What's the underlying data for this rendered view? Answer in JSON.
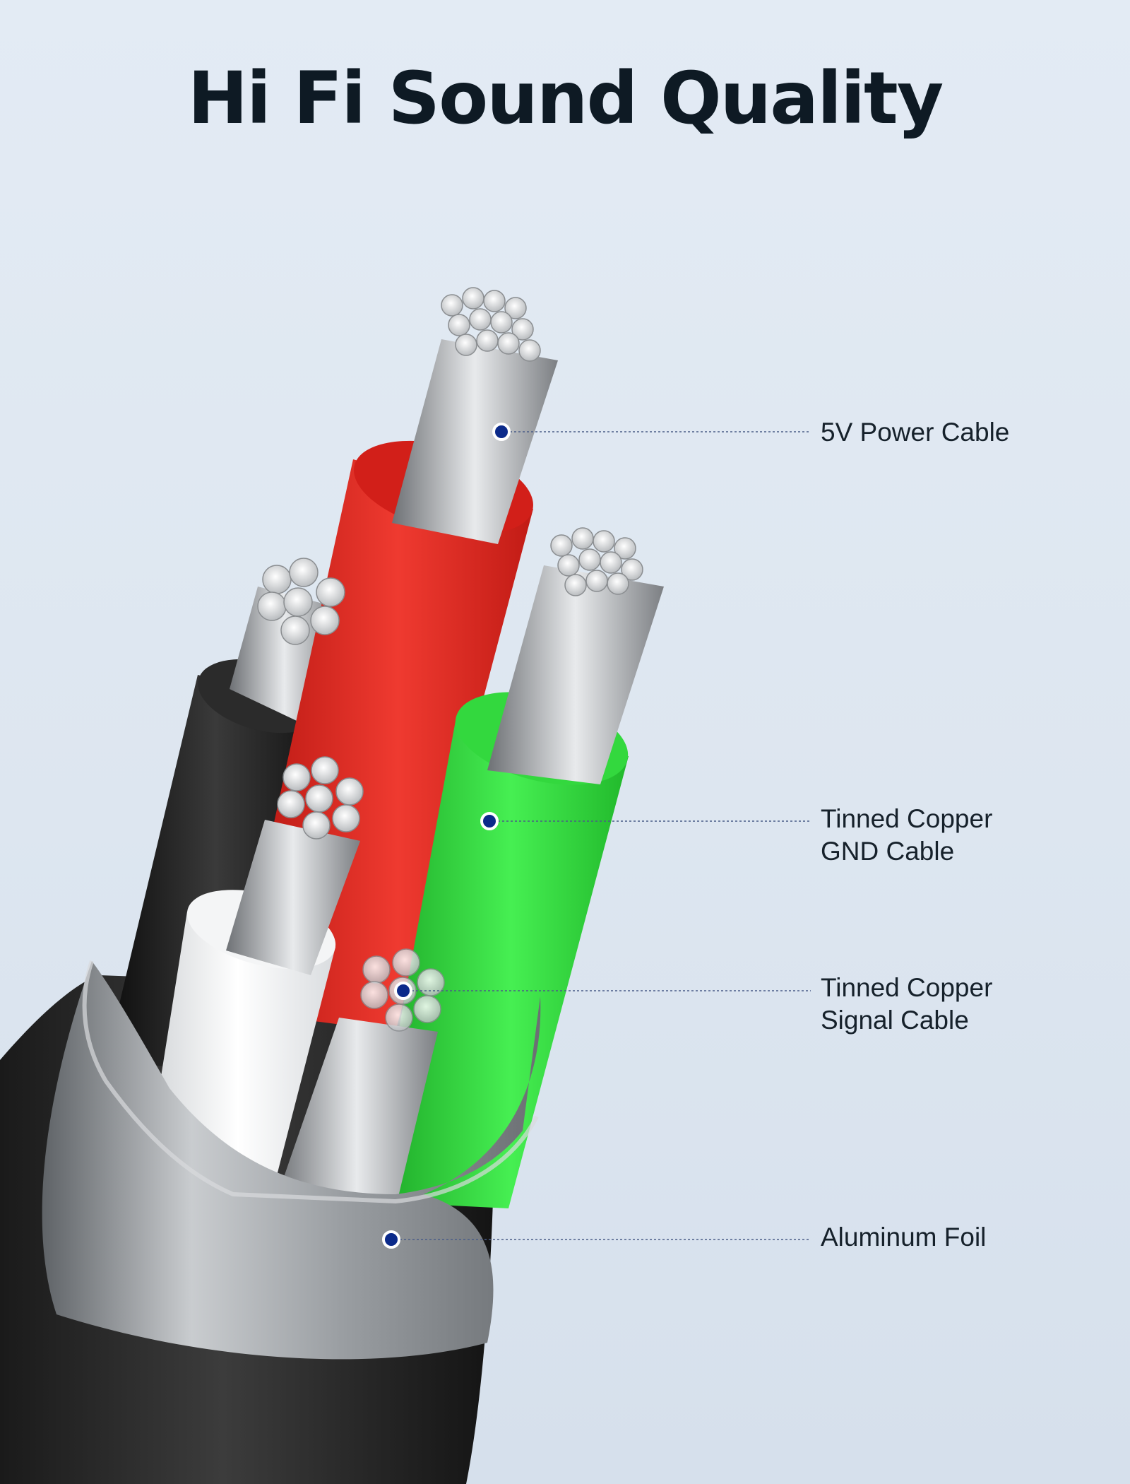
{
  "title": "Hi Fi Sound Quality",
  "colors": {
    "background": "#e0e8f1",
    "title": "#0e1a24",
    "callout_dot": "#0b2a8a",
    "callout_line": "#4a5d88",
    "label_text": "#16212b",
    "red_insulation": "#e52a24",
    "green_insulation": "#2ed93a",
    "white_insulation": "#f2f2f2",
    "black_insulation": "#1c1c1c",
    "foil": "#9ea2a6",
    "outer_jacket": "#2a2a2a"
  },
  "callouts": [
    {
      "id": "power",
      "lines": [
        "5V Power Cable"
      ]
    },
    {
      "id": "gnd",
      "lines": [
        "Tinned Copper",
        "GND Cable"
      ]
    },
    {
      "id": "signal",
      "lines": [
        "Tinned Copper",
        "Signal Cable"
      ]
    },
    {
      "id": "foil",
      "lines": [
        "Aluminum Foil"
      ]
    }
  ]
}
